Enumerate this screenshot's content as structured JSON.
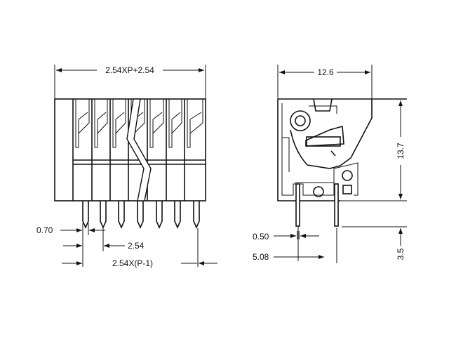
{
  "front_view": {
    "overall_width_label": "2.54XP+2.54",
    "pin_width_label": "0.70",
    "pitch_label": "2.54",
    "span_label": "2.54X(P-1)"
  },
  "side_view": {
    "depth_label": "12.6",
    "height_label": "13.7",
    "pin_length_label": "3.5",
    "pin_thickness_label": "0.50",
    "pin_spacing_label": "5.08"
  }
}
